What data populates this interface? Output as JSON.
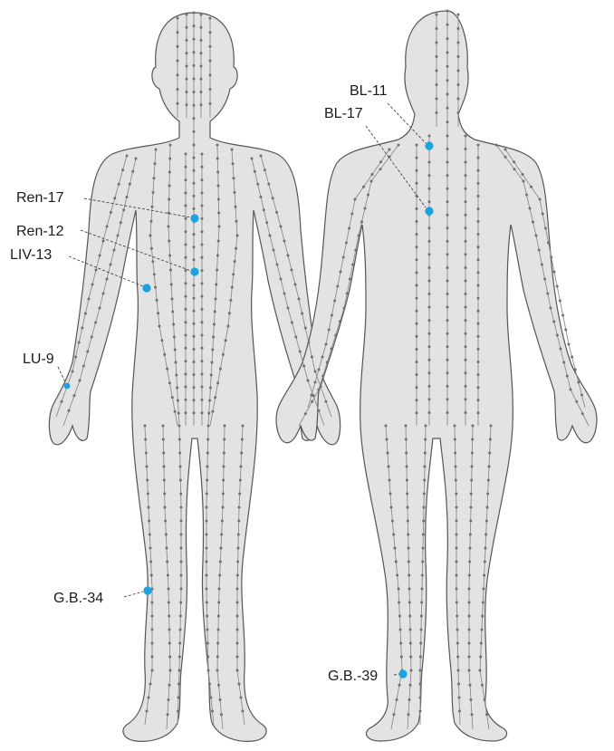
{
  "figure": {
    "colors": {
      "body_fill": "#e3e3e3",
      "body_outline": "#555555",
      "meridian": "#8c8c8c",
      "point": "#707070",
      "highlight": "#1aa3e0",
      "label": "#1a1a1a"
    },
    "views": [
      "front-view",
      "back-view"
    ],
    "points": [
      {
        "label": "Ren-17",
        "view": "front",
        "color": "#1aa3e0"
      },
      {
        "label": "Ren-12",
        "view": "front",
        "color": "#1aa3e0"
      },
      {
        "label": "LIV-13",
        "view": "front",
        "color": "#1aa3e0"
      },
      {
        "label": "LU-9",
        "view": "front",
        "color": "#1aa3e0"
      },
      {
        "label": "G.B.-34",
        "view": "front",
        "color": "#1aa3e0"
      },
      {
        "label": "BL-11",
        "view": "back",
        "color": "#1aa3e0"
      },
      {
        "label": "BL-17",
        "view": "back",
        "color": "#1aa3e0"
      },
      {
        "label": "G.B.-39",
        "view": "back",
        "color": "#1aa3e0"
      }
    ]
  }
}
